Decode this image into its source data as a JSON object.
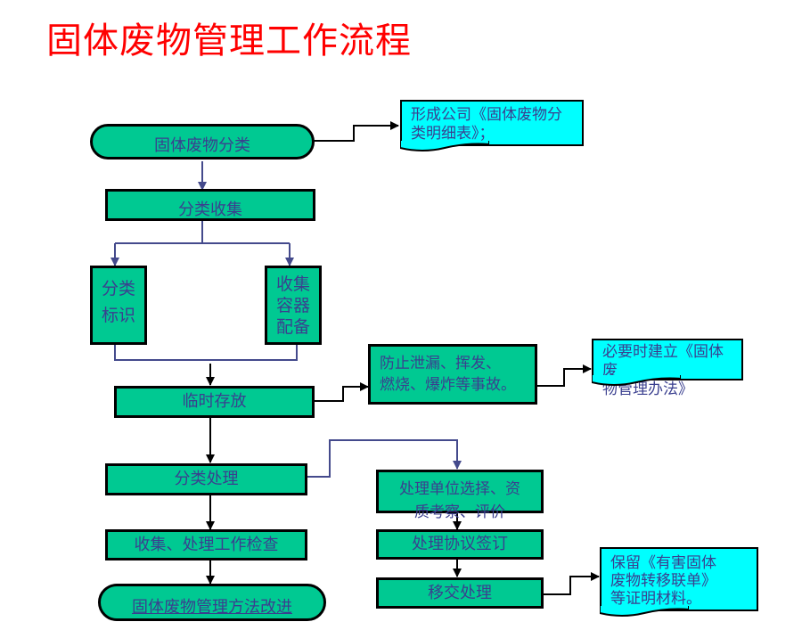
{
  "title": "固体废物管理工作流程",
  "colors": {
    "title": "#ff0000",
    "process_fill": "#00c992",
    "note_fill": "#00ffff",
    "text": "#3a3f8f",
    "connector_blue": "#444a8c",
    "connector_black": "#000000"
  },
  "nodes": {
    "classify": "固体废物分类",
    "collect": "分类收集",
    "label": [
      "分类",
      "标识"
    ],
    "container": [
      "收集",
      "容器",
      "配备"
    ],
    "storage": "临时存放",
    "prevent": [
      "防止泄漏、挥发、",
      "燃烧、爆炸等事故。"
    ],
    "process": "分类处理",
    "inspect": "收集、处理工作检查",
    "improve": "固体废物管理方法改进",
    "select": [
      "处理单位选择、资",
      "质考察、评价"
    ],
    "agreement": "处理协议签订",
    "handover": "移交处理"
  },
  "notes": {
    "inventory": [
      "形成公司《固体废物分",
      "类明细表》；"
    ],
    "rules": [
      "必要时建立《固体废",
      "物管理办法》"
    ],
    "records": [
      "保留《有害固体",
      "废物转移联单》",
      "等证明材料。"
    ]
  }
}
